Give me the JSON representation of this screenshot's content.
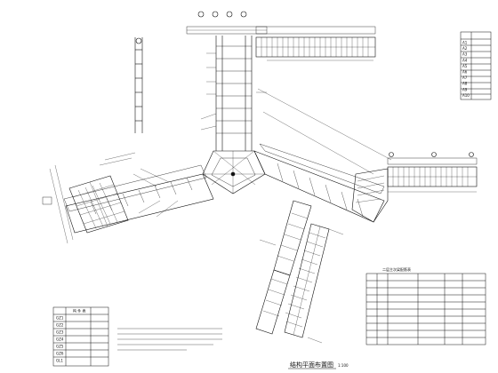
{
  "drawing": {
    "title": "结构平面布置图",
    "scale": "1:100",
    "legend_title": "构 件 表",
    "legend_rows": [
      {
        "mark": "GZ1"
      },
      {
        "mark": "GZ2"
      },
      {
        "mark": "GZ3"
      },
      {
        "mark": "GZ4"
      },
      {
        "mark": "GZ5"
      },
      {
        "mark": "GZ6"
      },
      {
        "mark": "GL1"
      }
    ],
    "spec_table_title": "二层主次梁配筋表",
    "right_table_marks": [
      "A1",
      "A2",
      "A3",
      "A4",
      "A5",
      "A6",
      "A7",
      "A8",
      "A9",
      "A10"
    ]
  },
  "colors": {
    "line": "#111111",
    "background": "#ffffff"
  }
}
